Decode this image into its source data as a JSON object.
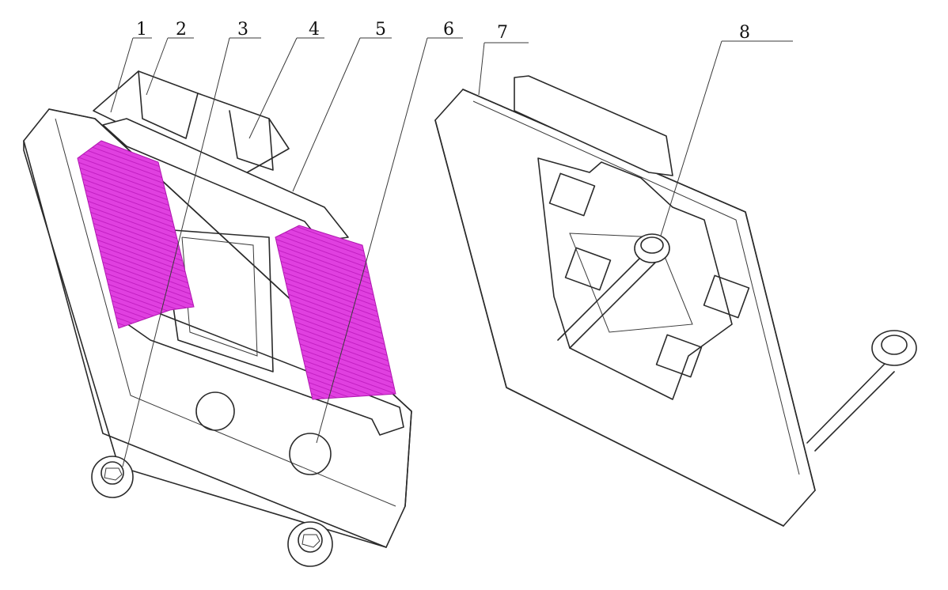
{
  "callouts": [
    {
      "id": "1",
      "label": "1"
    },
    {
      "id": "2",
      "label": "2"
    },
    {
      "id": "3",
      "label": "3"
    },
    {
      "id": "4",
      "label": "4"
    },
    {
      "id": "5",
      "label": "5"
    },
    {
      "id": "6",
      "label": "6"
    },
    {
      "id": "7",
      "label": "7"
    },
    {
      "id": "8",
      "label": "8"
    }
  ],
  "colors": {
    "highlight": "#e040e0",
    "line": "#2a2a2a",
    "background": "#ffffff"
  }
}
